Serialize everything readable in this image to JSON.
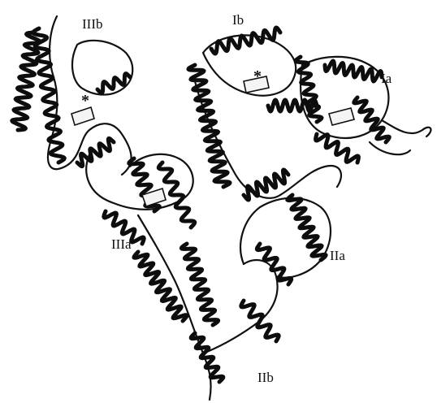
{
  "figure": {
    "style": "ribbon diagram, black on white",
    "background_color": "#ffffff",
    "ink_color": "#111111"
  },
  "labels": {
    "Ia": "Ia",
    "Ib": "Ib",
    "IIa": "IIa",
    "IIb": "IIb",
    "IIIa": "IIIa",
    "IIIb": "IIIb"
  },
  "markers": {
    "site_domain_I": "*",
    "site_domain_III": "*"
  }
}
